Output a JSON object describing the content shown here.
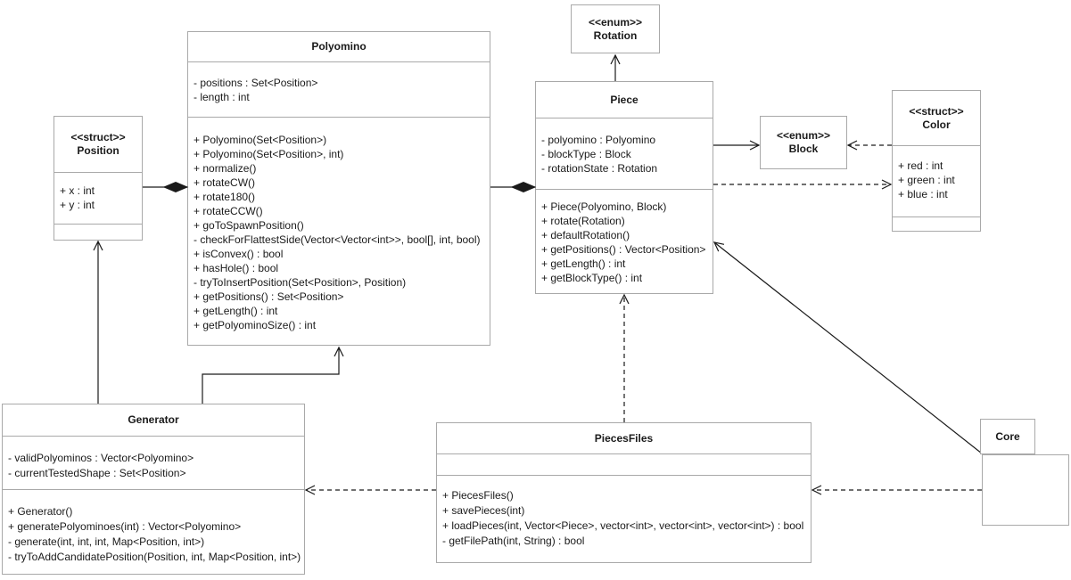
{
  "classes": {
    "polyomino": {
      "name": "Polyomino",
      "attributes": [
        "- positions : Set<Position>",
        "- length : int"
      ],
      "methods": [
        "+ Polyomino(Set<Position>)",
        "+ Polyomino(Set<Position>, int)",
        "+ normalize()",
        "+ rotateCW()",
        "+ rotate180()",
        "+ rotateCCW()",
        "+ goToSpawnPosition()",
        "- checkForFlattestSide(Vector<Vector<int>>, bool[], int, bool)",
        "+ isConvex() : bool",
        "+ hasHole() : bool",
        "- tryToInsertPosition(Set<Position>, Position)",
        "+ getPositions() : Set<Position>",
        "+ getLength() : int",
        "+ getPolyominoSize() : int"
      ]
    },
    "rotation": {
      "stereotype": "<<enum>>",
      "name": "Rotation"
    },
    "piece": {
      "name": "Piece",
      "attributes": [
        "- polyomino : Polyomino",
        "- blockType : Block",
        "- rotationState : Rotation"
      ],
      "methods": [
        "+ Piece(Polyomino, Block)",
        "+ rotate(Rotation)",
        "+ defaultRotation()",
        "+ getPositions() : Vector<Position>",
        "+ getLength() : int",
        "+ getBlockType() : int"
      ]
    },
    "block": {
      "stereotype": "<<enum>>",
      "name": "Block"
    },
    "color": {
      "stereotype": "<<struct>>",
      "name": "Color",
      "attributes": [
        "+ red : int",
        "+ green : int",
        "+ blue : int"
      ]
    },
    "position": {
      "stereotype": "<<struct>>",
      "name": "Position",
      "attributes": [
        "+ x : int",
        "+ y : int"
      ]
    },
    "generator": {
      "name": "Generator",
      "attributes": [
        "- validPolyominos : Vector<Polyomino>",
        "- currentTestedShape : Set<Position>"
      ],
      "methods": [
        "+ Generator()",
        "+ generatePolyominoes(int) : Vector<Polyomino>",
        "- generate(int, int, int, Map<Position, int>)",
        "- tryToAddCandidatePosition(Position, int, Map<Position, int>)"
      ]
    },
    "piecesfiles": {
      "name": "PiecesFiles",
      "methods": [
        "+ PiecesFiles()",
        "+ savePieces(int)",
        "+ loadPieces(int, Vector<Piece>, vector<int>, vector<int>, vector<int>) : bool",
        "- getFilePath(int, String) : bool"
      ]
    },
    "core": {
      "name": "Core"
    }
  },
  "relationships": [
    {
      "owner": "Polyomino",
      "part": "Position",
      "type": "composition"
    },
    {
      "owner": "Piece",
      "part": "Polyomino",
      "type": "composition"
    },
    {
      "from": "Piece",
      "to": "Rotation",
      "type": "association"
    },
    {
      "from": "Piece",
      "to": "Block",
      "type": "association"
    },
    {
      "from": "Color",
      "to": "Block",
      "type": "dependency"
    },
    {
      "from": "Piece",
      "to": "Color",
      "type": "dependency"
    },
    {
      "from": "Generator",
      "to": "Position",
      "type": "association"
    },
    {
      "from": "Generator",
      "to": "Polyomino",
      "type": "association"
    },
    {
      "from": "PiecesFiles",
      "to": "Piece",
      "type": "dependency"
    },
    {
      "from": "PiecesFiles",
      "to": "Generator",
      "type": "dependency"
    },
    {
      "from": "Core",
      "to": "PiecesFiles",
      "type": "dependency"
    },
    {
      "from": "Core",
      "to": "Piece",
      "type": "association"
    }
  ],
  "colors": {
    "box_border": "#a9a9a9",
    "box_background": "#ffffff",
    "text": "#1a1a1a",
    "line": "#1a1a1a"
  }
}
